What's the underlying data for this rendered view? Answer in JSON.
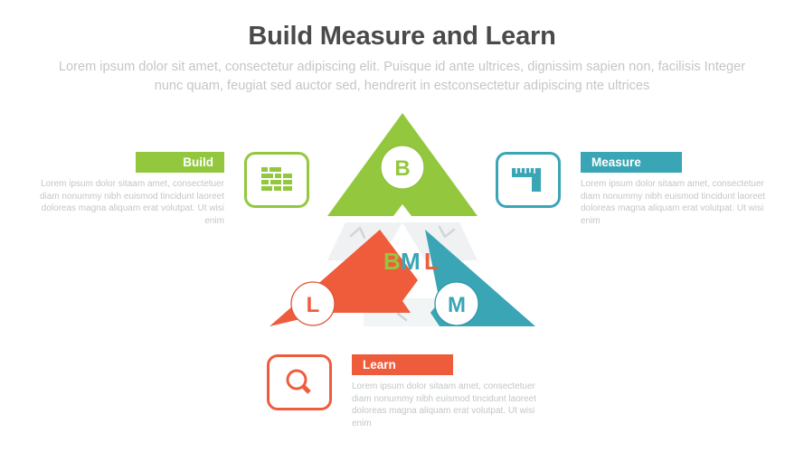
{
  "header": {
    "title": "Build Measure and Learn",
    "subtitle": "Lorem ipsum dolor sit amet, consectetur adipiscing elit. Puisque id ante ultrices, dignissim sapien non, facilisis Integer nunc quam, feugiat sed auctor sed, hendrerit in estconsectetur adipiscing nte ultrices"
  },
  "colors": {
    "green": "#93c83e",
    "teal": "#3aa5b5",
    "red": "#ef5c3c",
    "title": "#4a4a4a",
    "muted": "#c3c6c8",
    "arrow": "#e9ecee",
    "arrow_chevron": "#ccd2d6"
  },
  "diagram": {
    "center_label": {
      "b": "B",
      "m": "M",
      "l": "L"
    },
    "nodes": [
      {
        "key": "build",
        "marker": "B",
        "color": "#93c83e",
        "position": "top"
      },
      {
        "key": "measure",
        "marker": "M",
        "color": "#3aa5b5",
        "position": "bottom-right"
      },
      {
        "key": "learn",
        "marker": "L",
        "color": "#ef5c3c",
        "position": "bottom-left"
      }
    ]
  },
  "blocks": [
    {
      "key": "build",
      "label": "Build",
      "icon": "brick-wall-icon",
      "color": "#93c83e",
      "description": "Lorem ipsum dolor sitaam amet, consectetuer diam nonummy  nibh euismod tincidunt laoreet doloreas magna aliquam erat volutpat. Ut wisi enim"
    },
    {
      "key": "measure",
      "label": "Measure",
      "icon": "ruler-square-icon",
      "color": "#3aa5b5",
      "description": "Lorem ipsum dolor sitaam amet, consectetuer diam nonummy  nibh euismod tincidunt laoreet doloreas magna aliquam erat volutpat. Ut wisi enim"
    },
    {
      "key": "learn",
      "label": "Learn",
      "icon": "magnifier-icon",
      "color": "#ef5c3c",
      "description": "Lorem ipsum dolor sitaam amet, consectetuer diam nonummy  nibh euismod tincidunt laoreet doloreas magna aliquam erat volutpat. Ut wisi enim"
    }
  ]
}
